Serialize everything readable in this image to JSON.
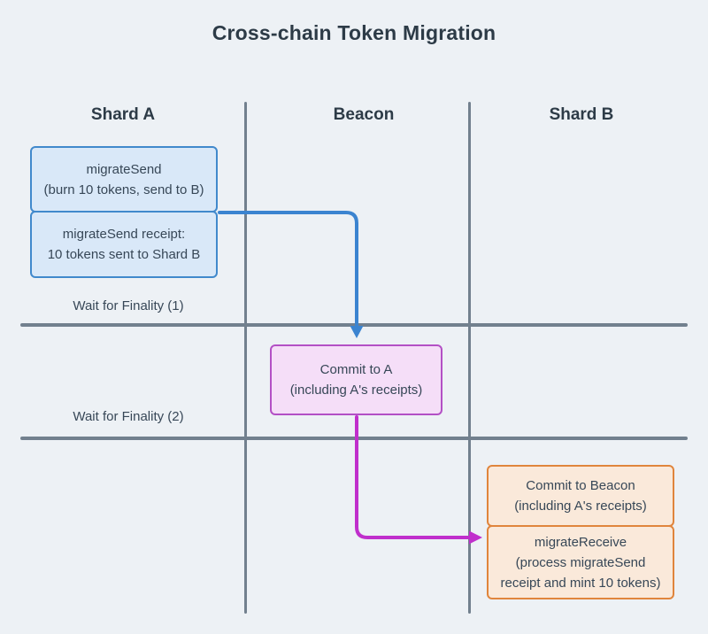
{
  "title": "Cross-chain Token Migration",
  "columns": [
    {
      "label": "Shard A"
    },
    {
      "label": "Beacon"
    },
    {
      "label": "Shard B"
    }
  ],
  "labels": {
    "finality1": "Wait for Finality (1)",
    "finality2": "Wait for Finality (2)"
  },
  "boxes": {
    "migrate_send": {
      "lines": [
        "migrateSend",
        "(burn 10 tokens, send to B)"
      ]
    },
    "migrate_send_receipt": {
      "lines": [
        "migrateSend receipt:",
        "10 tokens sent to Shard B"
      ]
    },
    "commit_to_a": {
      "lines": [
        "Commit to A",
        "(including A's receipts)"
      ]
    },
    "commit_to_beacon": {
      "lines": [
        "Commit to Beacon",
        "(including A's receipts)"
      ]
    },
    "migrate_receive": {
      "lines": [
        "migrateReceive",
        "(process migrateSend",
        "receipt and mint 10 tokens)"
      ]
    }
  },
  "colors": {
    "background": "#edf1f5",
    "heading": "#2d3b47",
    "text": "#374757",
    "grid_line": "#72808e",
    "blue_border": "#4189cc",
    "blue_fill": "#d9e8f8",
    "blue_arrow": "#3b84d0",
    "magenta_border": "#b350c5",
    "magenta_fill": "#f5def8",
    "magenta_arrow": "#c02fcc",
    "orange_border": "#e0853c",
    "orange_fill": "#fae9da"
  }
}
